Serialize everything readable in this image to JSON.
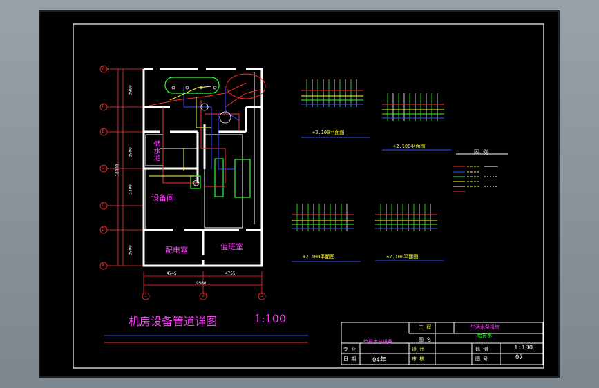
{
  "plan": {
    "title": "机房设备管道详图",
    "scale": "1:100",
    "rooms": {
      "equipment": "设备间",
      "power": "配电室",
      "duty": "值班室",
      "extra": "储水池"
    },
    "dims": {
      "left_segments": [
        "3900",
        "3900",
        "3300",
        "3900"
      ],
      "left_total": "18800",
      "bottom_segments": [
        "4745",
        "4755"
      ],
      "bottom_total": "9500"
    },
    "grid_rows": [
      "G",
      "F",
      "E",
      "D",
      "C",
      "B",
      "A"
    ],
    "grid_cols": [
      "1",
      "2",
      "3"
    ]
  },
  "details": [
    {
      "caption": "+2.100平面图"
    },
    {
      "caption": "+2.100平面图"
    },
    {
      "caption": "+2.100平面图"
    },
    {
      "caption": "+2.100平面图"
    }
  ],
  "legend": {
    "title": "图 例"
  },
  "titleblock": {
    "r1c2": "工 程",
    "r1c3": "生活水泵机房",
    "r2c3": "给排水",
    "r2c2": "图 名",
    "r3c1": "专 业",
    "r3c2": "给排水与设备",
    "r3c3": "设 计",
    "r3c4": "比 例",
    "r3c5": "1:100",
    "r4c1": "日 期",
    "r4c2": "04年",
    "r4c3": "审 核",
    "r4c4": "图 号",
    "r4c5": "07"
  },
  "colors": {
    "bg": "#000000",
    "wall": "#ffffff",
    "pipe_red": "#ff3030",
    "pipe_blue": "#3050ff",
    "pipe_green": "#30ff30",
    "pipe_yellow": "#ffff30",
    "text_magenta": "#ff40ff"
  }
}
